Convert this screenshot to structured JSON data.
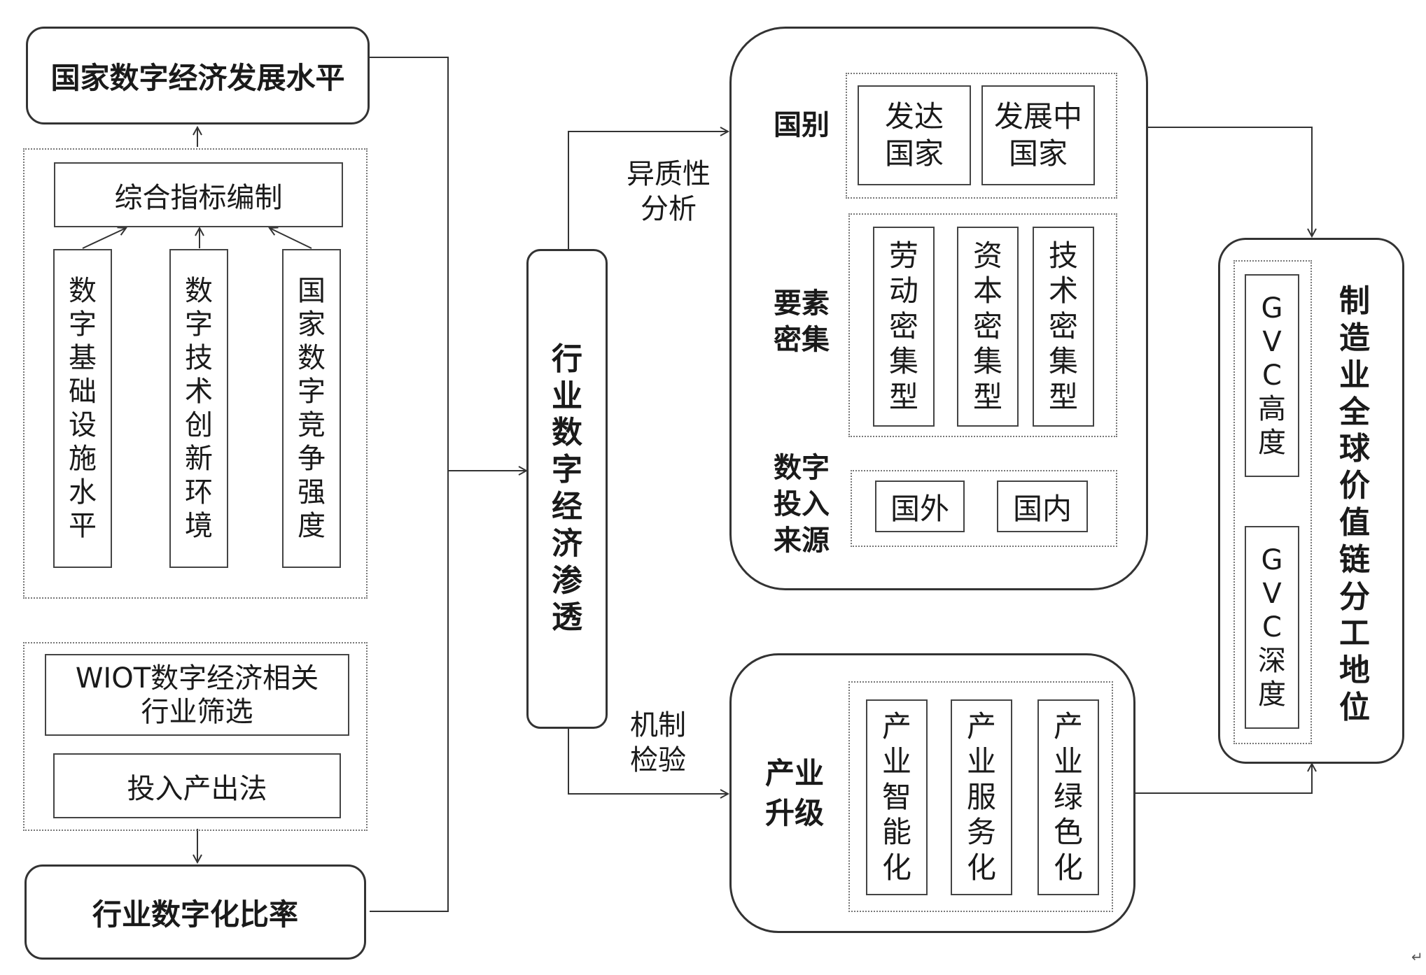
{
  "left": {
    "national_level": "国家数字经济发展水平",
    "composite_index": "综合指标编制",
    "indicators": [
      "数字基础设施水平",
      "数字技术创新环境",
      "国家数字竞争强度"
    ],
    "wiot_filter": "WIOT数字经济相关行业筛选",
    "io_method": "投入产出法",
    "industry_ratio": "行业数字化比率"
  },
  "center": {
    "penetration": "行业数字经济渗透",
    "heterogeneity": "异质性分析",
    "mechanism": "机制检验"
  },
  "hetero": {
    "country_label": "国别",
    "countries": [
      "发达国家",
      "发展中国家"
    ],
    "factor_label": "要素密集",
    "factors": [
      "劳动密集型",
      "资本密集型",
      "技术密集型"
    ],
    "source_label": "数字投入来源",
    "sources": [
      "国外",
      "国内"
    ]
  },
  "mech": {
    "label": "产业升级",
    "items": [
      "产业智能化",
      "产业服务化",
      "产业绿色化"
    ]
  },
  "right": {
    "title": "制造业全球价值链分工地位",
    "gvc_height": "GVC高度",
    "gvc_depth": "GVC深度"
  }
}
